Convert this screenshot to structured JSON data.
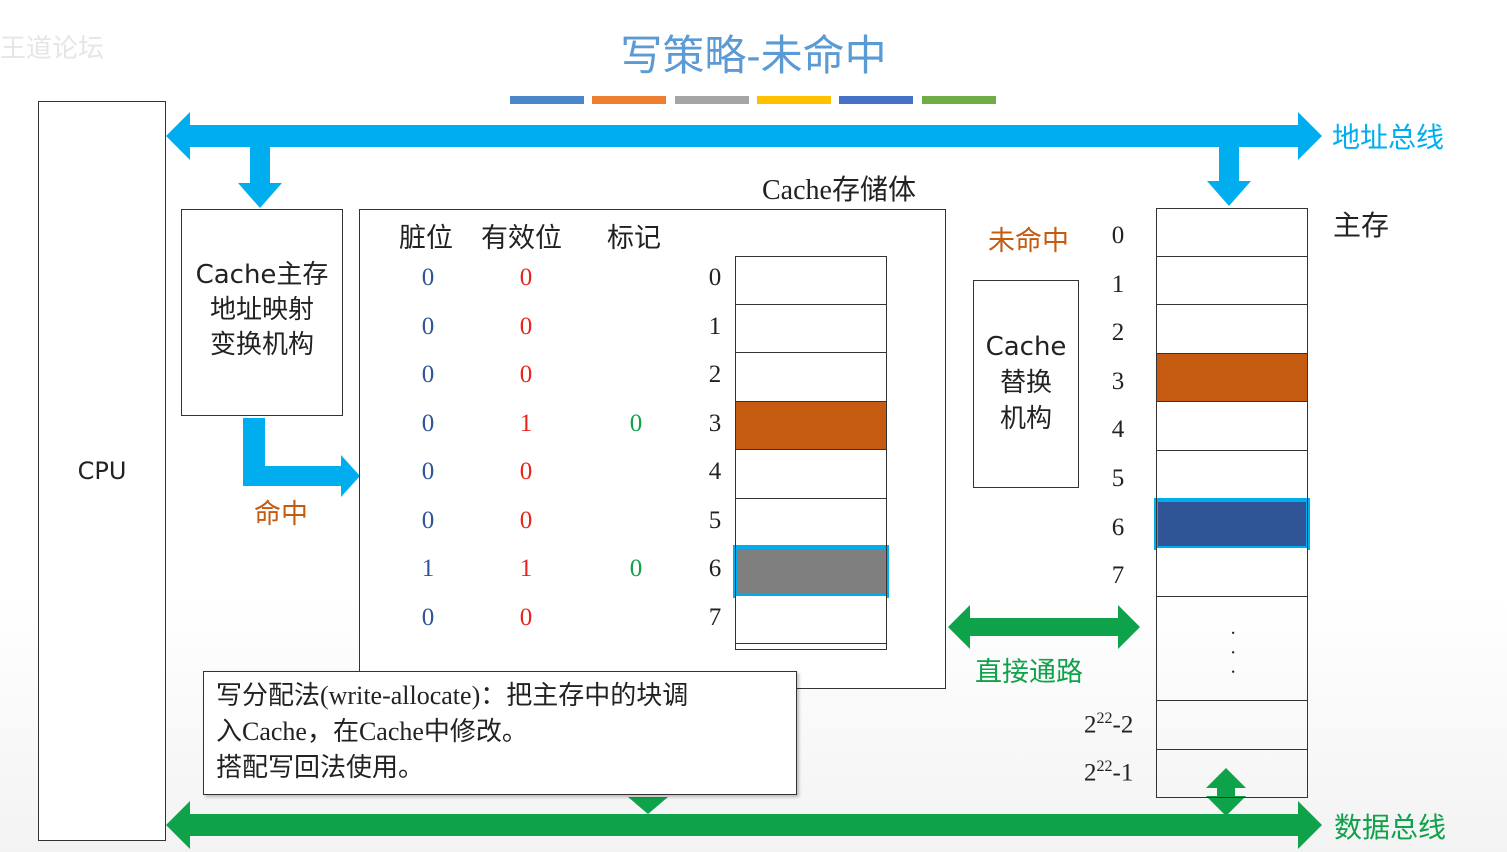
{
  "watermark": {
    "text": "王道论坛"
  },
  "slide": {
    "title": "写策略-未命中"
  },
  "accent_colors": [
    "#4a86c8",
    "#ed7d31",
    "#a5a5a5",
    "#ffc000",
    "#4472c4",
    "#70ad47"
  ],
  "cpu": {
    "label": "CPU"
  },
  "buses": {
    "address": {
      "label": "地址总线",
      "color": "#00aeef"
    },
    "data": {
      "label": "数据总线",
      "color": "#0ea24a"
    }
  },
  "mapping_unit": {
    "line1": "Cache主存",
    "line2": "地址映射",
    "line3": "变换机构"
  },
  "hit_label": "命中",
  "miss_label": "未命中",
  "replacement_unit": {
    "line1": "Cache",
    "line2": "替换",
    "line3": "机构"
  },
  "direct_path_label": "直接通路",
  "cache": {
    "title": "Cache存储体",
    "headers": {
      "dirty": "脏位",
      "valid": "有效位",
      "tag": "标记"
    },
    "header_colors": {
      "dirty": "#2f5597",
      "valid": "#e8251d",
      "tag": "#0ea24a"
    },
    "rows": [
      {
        "dirty": "0",
        "valid": "0",
        "tag": "",
        "index": "0",
        "fill": "#ffffff"
      },
      {
        "dirty": "0",
        "valid": "0",
        "tag": "",
        "index": "1",
        "fill": "#ffffff"
      },
      {
        "dirty": "0",
        "valid": "0",
        "tag": "",
        "index": "2",
        "fill": "#ffffff"
      },
      {
        "dirty": "0",
        "valid": "1",
        "tag": "0",
        "index": "3",
        "fill": "#c55a11"
      },
      {
        "dirty": "0",
        "valid": "0",
        "tag": "",
        "index": "4",
        "fill": "#ffffff"
      },
      {
        "dirty": "0",
        "valid": "0",
        "tag": "",
        "index": "5",
        "fill": "#ffffff"
      },
      {
        "dirty": "1",
        "valid": "1",
        "tag": "0",
        "index": "6",
        "fill": "#7f7f7f"
      },
      {
        "dirty": "0",
        "valid": "0",
        "tag": "",
        "index": "7",
        "fill": "#ffffff"
      }
    ]
  },
  "main_memory": {
    "title": "主存",
    "rows": [
      "0",
      "1",
      "2",
      "3",
      "4",
      "5",
      "6",
      "7"
    ],
    "row_fills": [
      "#ffffff",
      "#ffffff",
      "#ffffff",
      "#c55a11",
      "#ffffff",
      "#ffffff",
      "#2f5597",
      "#ffffff"
    ],
    "ellipsis": "· · ·",
    "last_rows": [
      {
        "base": "2",
        "exp": "22",
        "suffix": "-2"
      },
      {
        "base": "2",
        "exp": "22",
        "suffix": "-1"
      }
    ]
  },
  "note": {
    "line1": "写分配法(write-allocate)：把主存中的块调",
    "line2": "入Cache，在Cache中修改。",
    "line3": "搭配写回法使用。"
  }
}
